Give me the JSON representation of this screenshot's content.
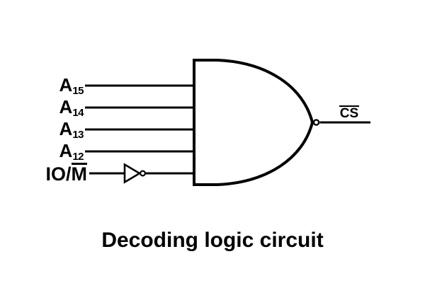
{
  "diagram": {
    "caption": "Decoding logic circuit",
    "inputs": [
      {
        "base": "A",
        "sub": "15"
      },
      {
        "base": "A",
        "sub": "14"
      },
      {
        "base": "A",
        "sub": "13"
      },
      {
        "base": "A",
        "sub": "12"
      },
      {
        "base": "IO/",
        "overlined": "M"
      }
    ],
    "output": {
      "label": "CS"
    },
    "icons": {
      "main_gate": "nand-gate-icon",
      "input_gate": "not-gate-icon"
    },
    "colors": {
      "ink": "#000000",
      "background": "#ffffff"
    }
  }
}
